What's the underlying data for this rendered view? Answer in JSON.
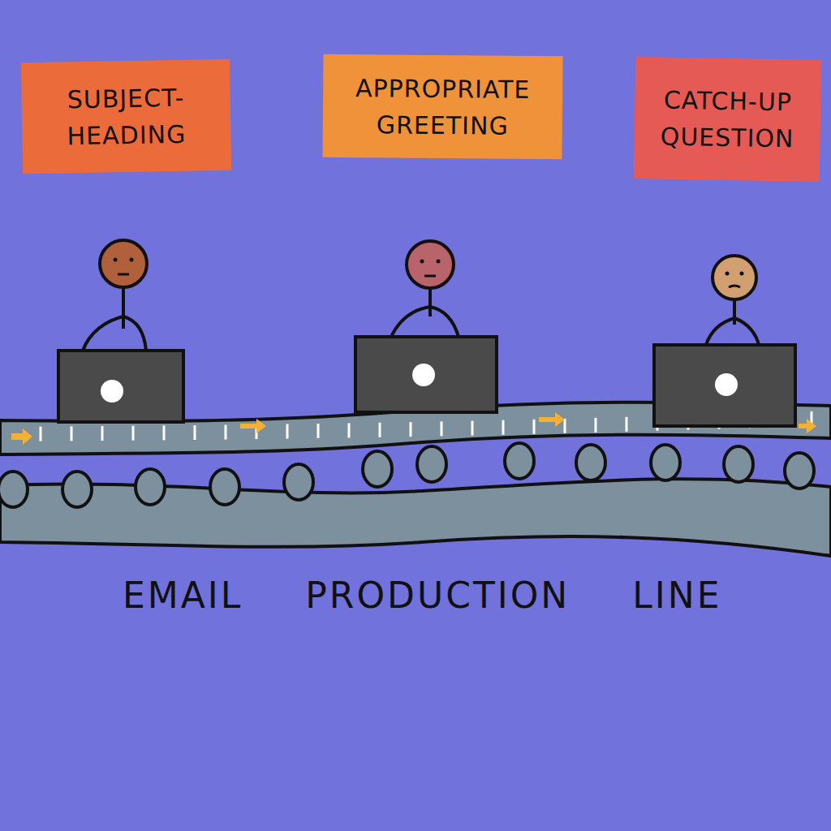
{
  "diagram": {
    "nodes": [
      {
        "text": [
          "SUBJECT- HEADING"
        ]
      },
      {
        "text": [
          "APPROPRIATE GREETING"
        ]
      },
      {
        "text": [
          "CATCH-UP QUESTION"
        ]
      }
    ],
    "labels": [
      "EMAIL PRODUCTION LINE"
    ]
  }
}
